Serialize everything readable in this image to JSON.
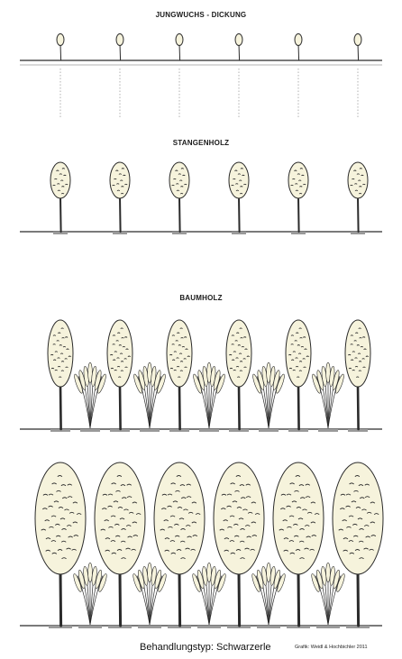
{
  "stages": [
    {
      "id": "jungwuchs",
      "title": "JUNGWUCHS - DICKUNG"
    },
    {
      "id": "stangenholz",
      "title": "STANGENHOLZ"
    },
    {
      "id": "baumholz",
      "title": "BAUMHOLZ"
    }
  ],
  "footer": {
    "treatment": "Behandlungstyp:  Schwarzerle",
    "credit": "Grafik: Weidl & Hochbichler 2011"
  },
  "colors": {
    "crown_fill": "#f6f3dc",
    "outline": "#2b2b2b",
    "ground": "#2b2b2b",
    "ground_patch": "#9a9a9a",
    "guide_dotted": "#bdbdbd"
  },
  "icons": {
    "tree": "alder-tree-icon",
    "shrub": "understory-shrub-icon"
  }
}
